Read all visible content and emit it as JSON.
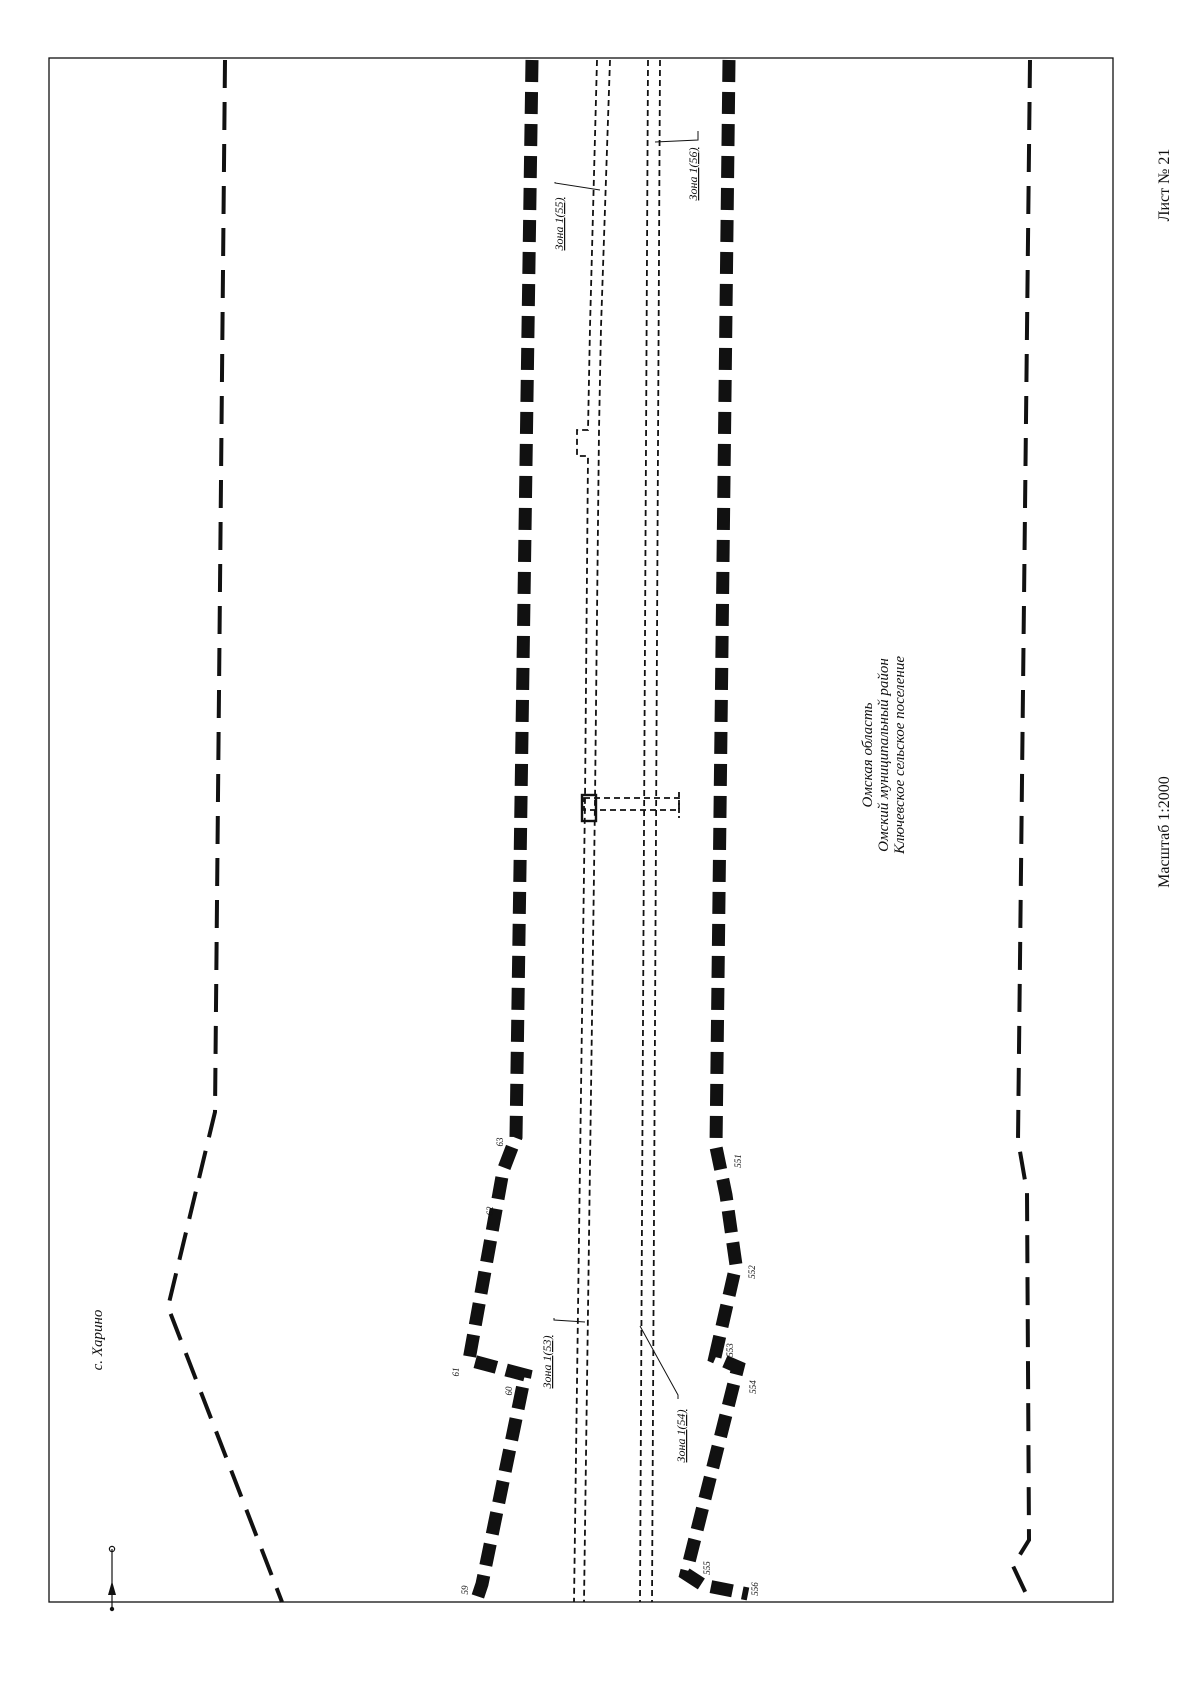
{
  "sheet": {
    "sheet_number": "Лист № 21",
    "scale": "Масштаб 1:2000"
  },
  "settlement": "с. Харино",
  "region_label": {
    "line1": "Омская область",
    "line2": "Омский муниципальный район",
    "line3": "Ключевское сельское поселение"
  },
  "zones": {
    "z53": "Зона 1(53)",
    "z54": "Зона 1(54)",
    "z55": "Зона 1(55)",
    "z56": "Зона 1(56)"
  },
  "points": {
    "p59": "59",
    "p60": "60",
    "p61": "61",
    "p62": "62",
    "p63": "63",
    "p551": "551",
    "p552": "552",
    "p553": "553",
    "p554": "554",
    "p555": "555",
    "p556": "556"
  },
  "icons": {
    "north_arrow": "north-arrow-icon"
  },
  "colors": {
    "ink": "#111111",
    "paper": "#ffffff"
  }
}
